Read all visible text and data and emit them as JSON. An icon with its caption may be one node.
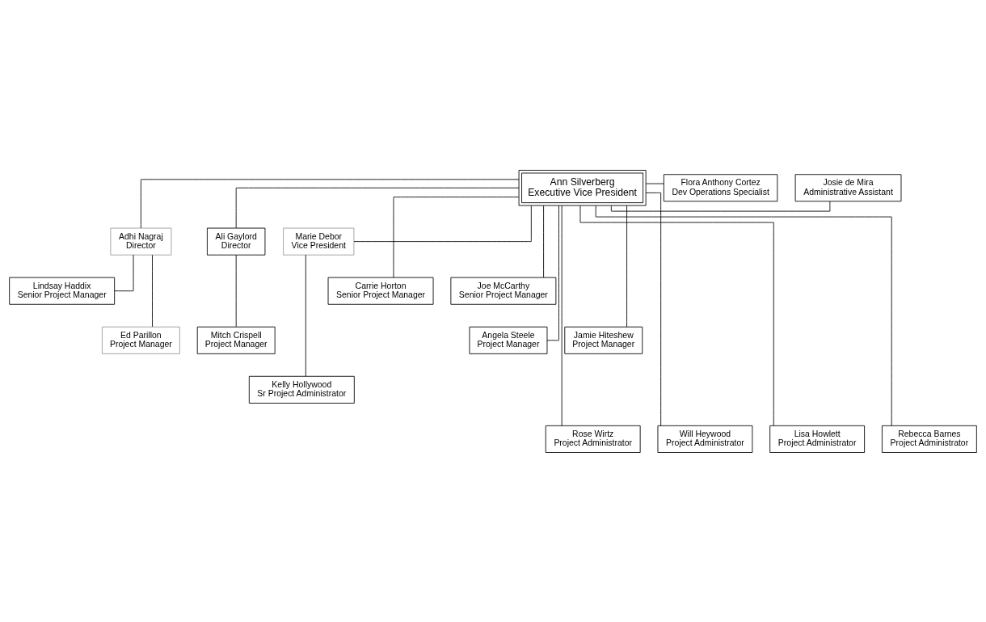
{
  "diagram": {
    "nodes": [
      {
        "text": [
          "Ann Silverberg",
          "Executive Vice President"
        ]
      },
      {
        "text": [
          "Josie de Mira",
          "Administrative Assistant"
        ]
      },
      {
        "text": [
          "Flora Anthony Cortez",
          "Dev Operations Specialist"
        ]
      },
      {
        "text": [
          "Adhi Nagraj",
          "Director"
        ]
      },
      {
        "text": [
          "Ali Gaylord",
          "Director"
        ]
      },
      {
        "text": [
          "Marie Debor",
          "Vice President"
        ]
      },
      {
        "text": [
          "Lindsay Haddix",
          "Senior Project Manager"
        ]
      },
      {
        "text": [
          "Ed Parillon",
          "Project Manager"
        ]
      },
      {
        "text": [
          "Mitch Crispell",
          "Project Manager"
        ]
      },
      {
        "text": [
          "Carrie Horton",
          "Senior Project Manager"
        ]
      },
      {
        "text": [
          "Joe McCarthy",
          "Senior Project Manager"
        ]
      },
      {
        "text": [
          "Angela Steele",
          "Project Manager"
        ]
      },
      {
        "text": [
          "Jamie Hiteshew",
          "Project Manager"
        ]
      },
      {
        "text": [
          "Kelly Hollywood",
          "Sr Project Administrator"
        ]
      },
      {
        "text": [
          "Rose Wirtz",
          "Project Administrator"
        ]
      },
      {
        "text": [
          "Will Heywood",
          "Project Administrator"
        ]
      },
      {
        "text": [
          "Lisa Howlett",
          "Project Administrator"
        ]
      },
      {
        "text": [
          "Rebecca Barnes",
          "Project Administrator"
        ]
      }
    ],
    "edges": [
      {
        "from": 0,
        "to": 1,
        "arrow": "none"
      },
      {
        "from": 0,
        "to": 2,
        "arrow": "none"
      },
      {
        "from": 0,
        "to": 3,
        "arrow": "none"
      },
      {
        "from": 0,
        "to": 4,
        "arrow": "none"
      },
      {
        "from": 0,
        "to": 5,
        "arrow": "none"
      },
      {
        "from": 3,
        "to": 6,
        "arrow": "none"
      },
      {
        "from": 3,
        "to": 7,
        "arrow": "none"
      },
      {
        "from": 4,
        "to": 8,
        "arrow": "none"
      },
      {
        "from": 0,
        "to": 9,
        "arrow": "none"
      },
      {
        "from": 0,
        "to": 10,
        "arrow": "none"
      },
      {
        "from": 0,
        "to": 11,
        "arrow": "none"
      },
      {
        "from": 0,
        "to": 12,
        "arrow": "none"
      },
      {
        "from": 5,
        "to": 13,
        "arrow": "none"
      },
      {
        "from": 0,
        "to": 14,
        "arrow": "none"
      },
      {
        "from": 0,
        "to": 15,
        "arrow": "none"
      },
      {
        "from": 0,
        "to": 16,
        "arrow": "none"
      },
      {
        "from": 0,
        "to": 17,
        "arrow": "none"
      }
    ]
  }
}
